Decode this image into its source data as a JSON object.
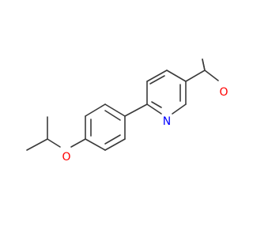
{
  "molecule": {
    "atoms": {
      "oxygen_aldehyde": {
        "symbol": "O",
        "color": "#ff0000"
      },
      "nitrogen_pyridine": {
        "symbol": "N",
        "color": "#0000ff"
      },
      "oxygen_ether": {
        "symbol": "O",
        "color": "#ff0000"
      }
    },
    "bond_color": "#3a3a3a"
  }
}
